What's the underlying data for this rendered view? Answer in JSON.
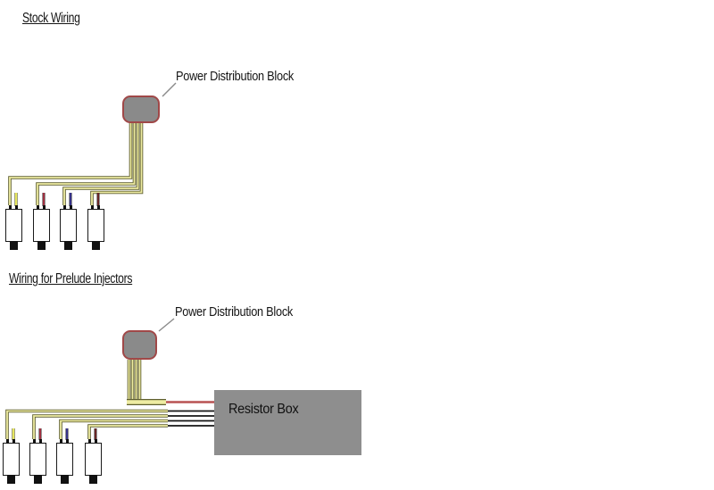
{
  "diagram": {
    "background": "#ffffff",
    "sections": [
      {
        "id": "stock",
        "title": "Stock Wiring",
        "power_block_label": "Power Distribution Block",
        "injector_count": 4,
        "injector_signal_wire_colors": [
          "yellow",
          "red",
          "blue",
          "dark-red"
        ]
      },
      {
        "id": "prelude",
        "title": "Wiring for Prelude Injectors",
        "power_block_label": "Power Distribution Block",
        "resistor_box_label": "Resistor Box",
        "injector_count": 4,
        "injector_signal_wire_colors": [
          "yellow",
          "red",
          "blue",
          "dark-red"
        ]
      }
    ],
    "colors": {
      "feed_wire_fill": "#eeeca2",
      "feed_wire_outline": "#5e5e30",
      "signal_yellow": "#f5f564",
      "signal_red": "#c63348",
      "signal_blue": "#3b35a8",
      "signal_dark_red": "#7c2424",
      "power_wire_red": "#b95252",
      "resistor_feed_black": "#141414",
      "block_fill": "#8a8a8a",
      "block_border": "#a04848",
      "resistor_box_fill": "#8e8e8e",
      "injector_body": "#ffffff",
      "injector_outline": "#1a1a1a",
      "pointer_line": "#8a8a8a"
    }
  }
}
